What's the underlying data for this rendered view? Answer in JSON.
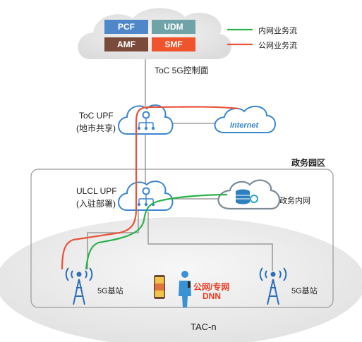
{
  "legend": {
    "items": [
      {
        "label": "内网业务流",
        "color": "#2bb24c"
      },
      {
        "label": "公网业务流",
        "color": "#e8533a"
      }
    ]
  },
  "control_plane": {
    "functions": [
      {
        "label": "PCF",
        "color": "#4f87c9"
      },
      {
        "label": "UDM",
        "color": "#6fa3a8"
      },
      {
        "label": "AMF",
        "color": "#7a4b3a"
      },
      {
        "label": "SMF",
        "color": "#f0542c"
      }
    ],
    "caption": "ToC 5G控制面"
  },
  "toc_upf": {
    "line1": "ToC UPF",
    "line2": "(地市共享)"
  },
  "internet": {
    "label": "Internet"
  },
  "campus": {
    "title": "政务园区"
  },
  "ulcl_upf": {
    "line1": "ULCL UPF",
    "line2": "(入驻部署)"
  },
  "gov_intranet": {
    "label": "政务内网"
  },
  "base_station_left": {
    "label": "5G基站"
  },
  "base_station_right": {
    "label": "5G基站"
  },
  "dnn": {
    "line1": "公网/专网",
    "line2": "DNN"
  },
  "tac": {
    "label": "TAC-n"
  },
  "colors": {
    "cloud_stroke": "#3a86d0",
    "gray_line": "#8a8a8a"
  }
}
